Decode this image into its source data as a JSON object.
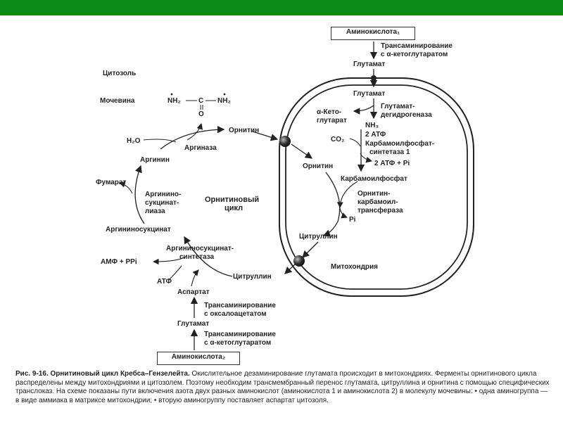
{
  "labels": {
    "amino1": "Аминокислота₁",
    "transam1_a": "Трансаминирование",
    "transam1_b": "с α-кетоглутаратом",
    "glutamate_out": "Глутамат",
    "glutamate_in": "Глутамат",
    "akg_a": "α-Кето-",
    "akg_b": "глутарат",
    "gdh_a": "Глутамат-",
    "gdh_b": "дегидрогеназа",
    "nh3": "NH₃",
    "co2": "CO₂",
    "atp2": "2 АТФ",
    "cps_a": "Карбамоилфосфат-",
    "cps_b": "синтетаза 1",
    "adp": "2 АТФ + Pi",
    "ornithine_mito": "Орнитин",
    "carbamoyl": "Карбамоилфосфат",
    "otc_a": "Орнитин-",
    "otc_b": "карбамоил-",
    "otc_c": "трансфераза",
    "pi": "Pi",
    "citrulline_mito": "Цитруллин",
    "mitochondria": "Митохондрия",
    "cytosol": "Цитозоль",
    "urea": "Мочевина",
    "urea_formula_left": "NH₂",
    "urea_formula_c": "C",
    "urea_formula_right": "NH₂",
    "urea_formula_o": "O",
    "ornithine_cyto": "Орнитин",
    "h2o": "H₂O",
    "arginase": "Аргиназа",
    "arginine": "Аргинин",
    "fumarate": "Фумарат",
    "asl_a": "Аргинино-",
    "asl_b": "сукцинат-",
    "asl_c": "лиаза",
    "cycle_a": "Орнитиновый",
    "cycle_b": "цикл",
    "argsucc": "Аргининосукцинат",
    "ass_a": "Аргининосукцинат-",
    "ass_b": "синтетаза",
    "amp": "АМФ + PPi",
    "citrulline_cyto": "Цитруллин",
    "atp": "АТФ",
    "aspartate": "Аспартат",
    "transam2_a": "Трансаминирование",
    "transam2_b": "с оксалоацетатом",
    "glutamate2": "Глутамат",
    "transam3_a": "Трансаминирование",
    "transam3_b": "с α-кетоглутаратом",
    "amino2": "Аминокислота₂"
  },
  "caption": {
    "bold": "Рис. 9-16. Орнитиновый цикл Кребса–Гензелейта.",
    "text": " Окислительное дезаминирование глутамата происходит в митохондриях. Ферменты орнитинового цикла распределены между митохондриями и цитозолем. Поэтому необходим трансмембранный перенос глутамата, цитруллина и орнитина с помощью специфических транслоказ. На схеме показаны пути включения азота двух разных аминокислот (аминокислота 1 и аминокислота 2) в молекулу мочевины: • одна аминогруппа — в виде аммиака в матриксе митохондрии; • вторую аминогруппу поставляет аспартат цитозоля."
  },
  "colors": {
    "top_bar": "#0b8a17",
    "ink": "#222222"
  }
}
